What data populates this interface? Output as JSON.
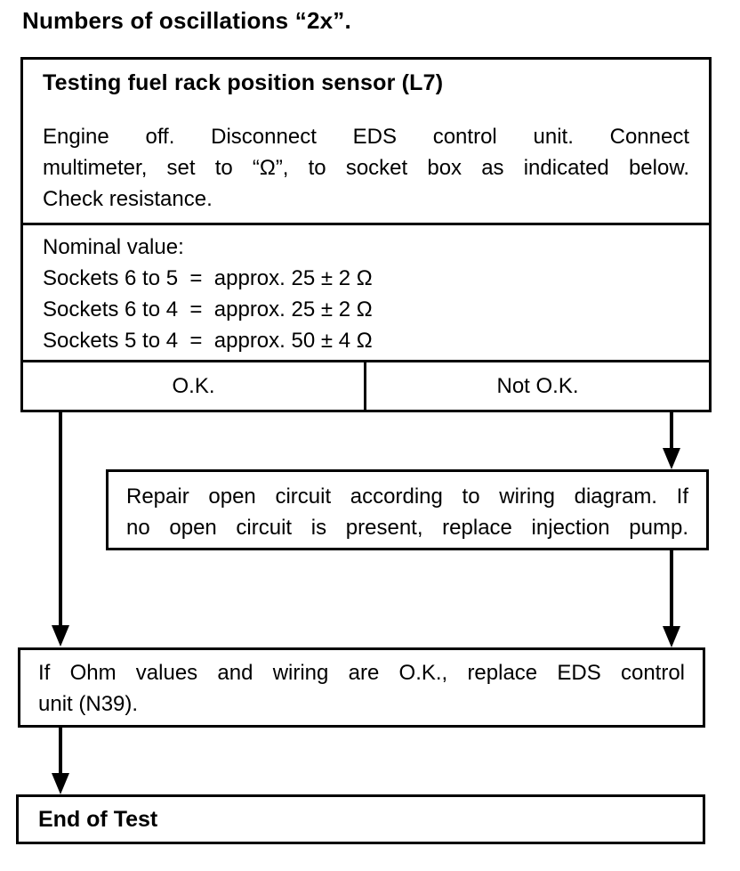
{
  "page": {
    "heading": "Numbers of oscillations “2x”."
  },
  "main_box": {
    "title": "Testing fuel rack position sensor (L7)",
    "instruction_lines": [
      "Engine off.  Disconnect EDS control unit.  Connect",
      "multimeter, set to “Ω”, to socket box as indicated below.",
      "Check resistance."
    ],
    "nominal": {
      "label": "Nominal value:",
      "rows": [
        "Sockets 6 to 5  =  approx. 25 ± 2 Ω",
        "Sockets 6 to 4  =  approx. 25 ± 2 Ω",
        "Sockets 5 to 4  =  approx. 50 ± 4 Ω"
      ]
    },
    "outcomes": {
      "ok": "O.K.",
      "not_ok": "Not O.K."
    }
  },
  "repair_box": {
    "lines": [
      "Repair open circuit according to wiring diagram.  If",
      "no open circuit is present, replace injection pump."
    ]
  },
  "replace_box": {
    "lines": [
      "If Ohm values and wiring are O.K., replace EDS control",
      "unit (N39)."
    ]
  },
  "end_box": {
    "label": "End of Test"
  },
  "colors": {
    "ink": "#000000",
    "paper": "#ffffff"
  }
}
